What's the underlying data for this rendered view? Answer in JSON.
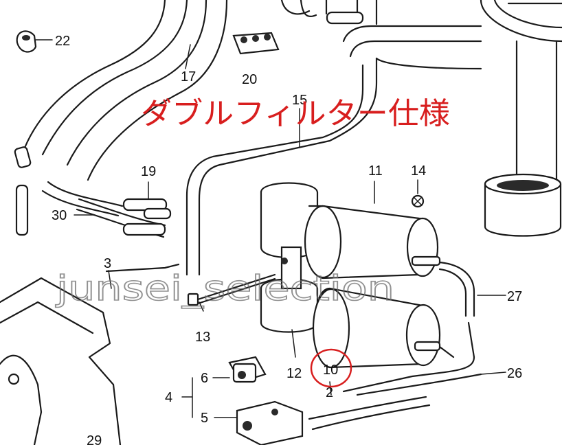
{
  "title": "ダブルフィルター仕様",
  "watermark": "junsei_selection",
  "highlighted_part": "10",
  "colors": {
    "title": "#d81e1e",
    "highlight_circle": "#d81e1e",
    "line": "#1a1a1a"
  },
  "labels": {
    "p22": "22",
    "p20": "20",
    "p17": "17",
    "p15": "15",
    "p19": "19",
    "p30": "30",
    "p11": "11",
    "p14": "14",
    "p3": "3",
    "p27": "27",
    "p13": "13",
    "p12": "12",
    "p10": "10",
    "p6": "6",
    "p4": "4",
    "p5": "5",
    "p2": "2",
    "p26": "26",
    "p29": "29"
  }
}
